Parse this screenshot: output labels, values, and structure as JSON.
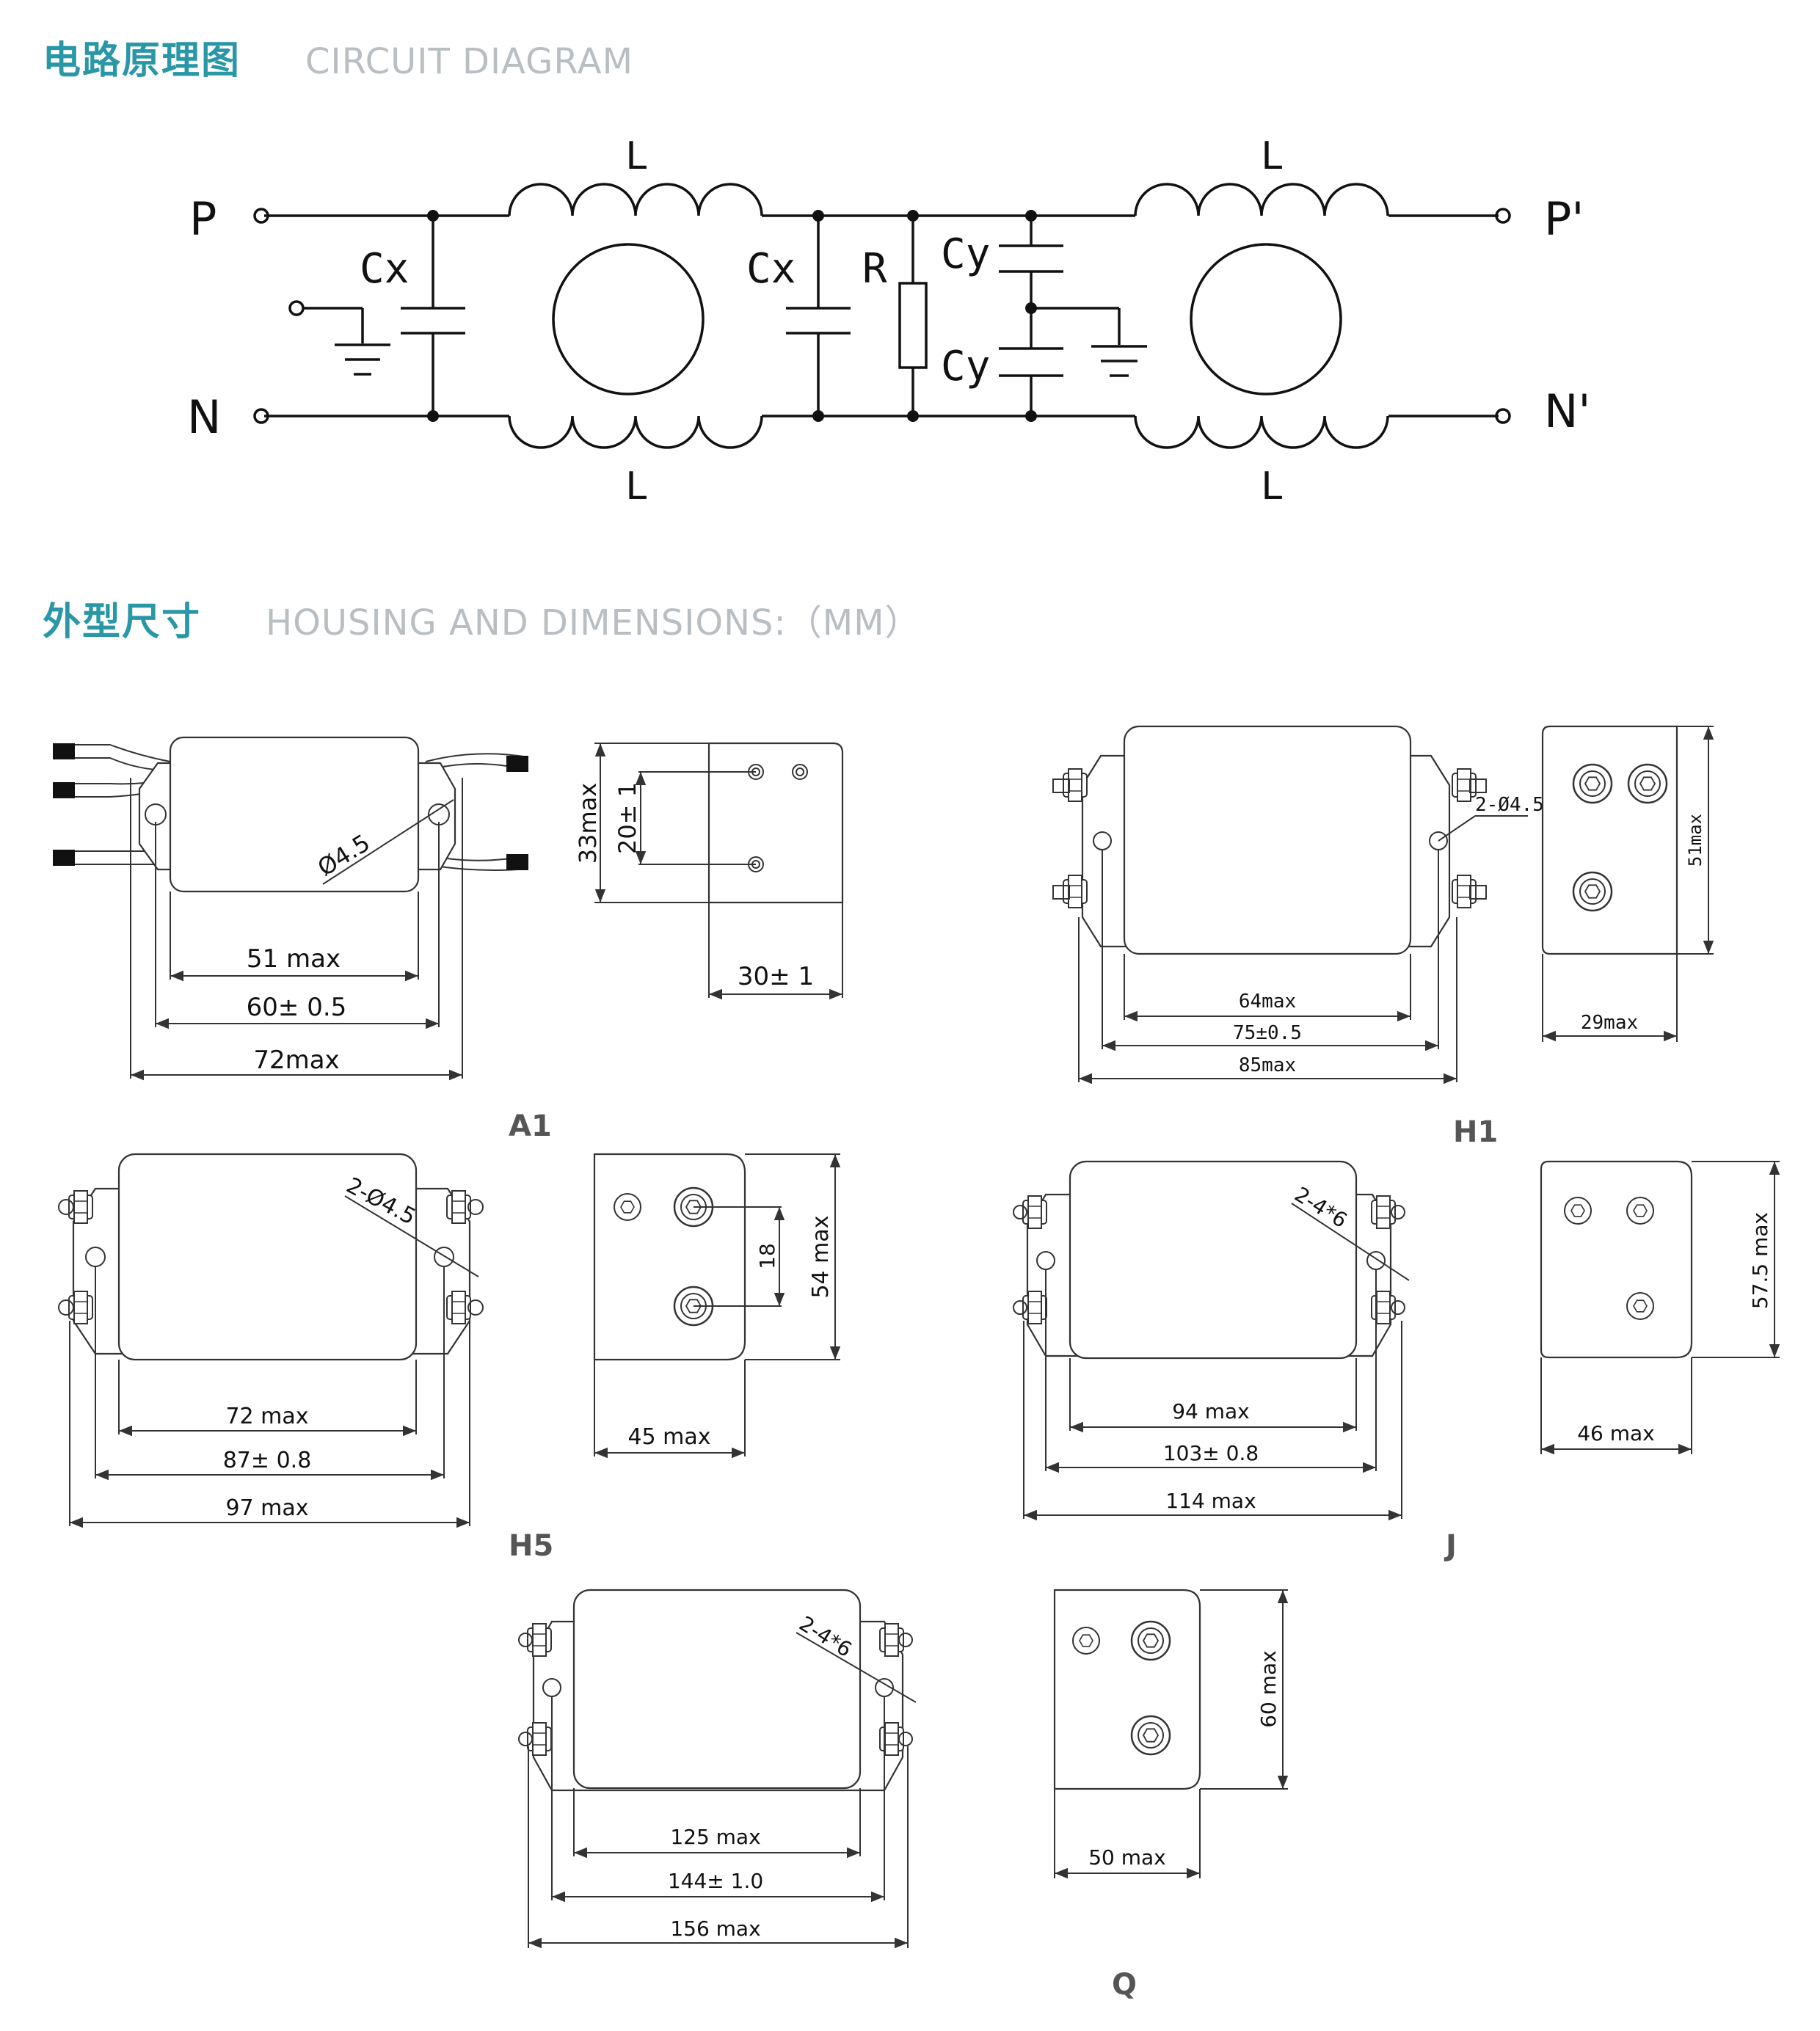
{
  "section_circuit": {
    "title_cn": "电路原理图",
    "title_en": "CIRCUIT DIAGRAM"
  },
  "section_housing": {
    "title_cn": "外型尺寸",
    "title_en": "HOUSING AND DIMENSIONS:（MM）"
  },
  "circuit": {
    "terminals": {
      "p": "P",
      "n": "N",
      "p_out": "P'",
      "n_out": "N'"
    },
    "inductor_label": "L",
    "cx_label": "Cx",
    "r_label": "R",
    "cy_label": "Cy"
  },
  "models": {
    "a1": {
      "label": "A1",
      "dia": "Ø4.5",
      "d1": "51 max",
      "d2": "60± 0.5",
      "d3": "72max",
      "h": "33max",
      "pitch": "20± 1",
      "w": "30± 1"
    },
    "h1": {
      "label": "H1",
      "dia": "2-Ø4.5",
      "d1": "64max",
      "d2": "75±0.5",
      "d3": "85max",
      "h": "51max",
      "w": "29max"
    },
    "h5": {
      "label": "H5",
      "dia": "2-Ø4.5",
      "d1": "72 max",
      "d2": "87± 0.8",
      "d3": "97 max",
      "h": "54 max",
      "pitch": "18",
      "w": "45 max"
    },
    "j": {
      "label": "J",
      "dia": "2-4*6",
      "d1": "94 max",
      "d2": "103± 0.8",
      "d3": "114 max",
      "h": "57.5 max",
      "w": "46 max"
    },
    "q": {
      "label": "Q",
      "dia": "2-4*6",
      "d1": "125 max",
      "d2": "144± 1.0",
      "d3": "156 max",
      "h": "60 max",
      "w": "50 max"
    }
  }
}
